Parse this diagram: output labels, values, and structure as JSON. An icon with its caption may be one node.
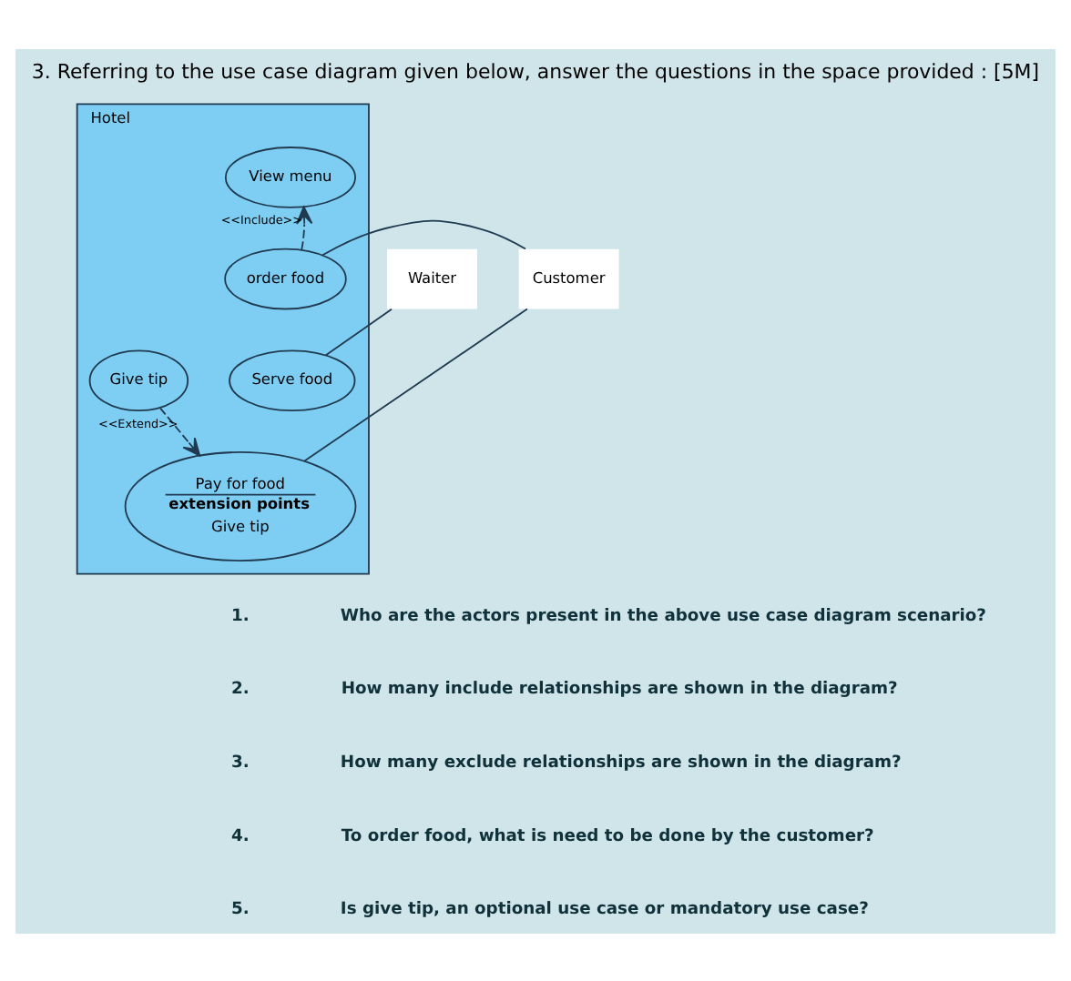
{
  "diagram": {
    "title": "3. Referring to the use case diagram given below, answer the questions in the space provided : [5M]",
    "nodes": [
      {
        "text": [
          "Waiter"
        ]
      },
      {
        "text": [
          "Hotel"
        ]
      },
      {
        "text": [
          "View menu"
        ],
        "in": 1
      },
      {
        "text": [
          "order food"
        ],
        "in": 1
      },
      {
        "text": [
          "Serve food"
        ],
        "in": 1
      },
      {
        "text": [
          "Give tip"
        ],
        "in": 1
      },
      {
        "text": [
          "Pay for food",
          "extension points",
          "Give tip"
        ],
        "in": 1
      },
      {
        "text": [
          "Customer"
        ]
      }
    ],
    "edges": [
      {
        "from": 3,
        "to": 2,
        "arrow": "to",
        "style": "dashed",
        "label": "<<Include>>"
      },
      {
        "from": 5,
        "to": 6,
        "arrow": "to",
        "style": "dashed",
        "label": "<<Extend>>"
      },
      {
        "from": 0,
        "to": 4,
        "arrow": "none"
      },
      {
        "from": 7,
        "to": 3,
        "arrow": "none"
      },
      {
        "from": 7,
        "to": 6,
        "arrow": "none"
      }
    ],
    "labels": [
      "1.",
      "Who are the actors present in the above use case diagram scenario?",
      "2.",
      "How many include relationships are shown in the diagram?",
      "3.",
      "How many exclude relationships are shown in the diagram?",
      "4.",
      "To order food, what is need to be done by the customer?",
      "5.",
      "Is give tip, an optional use case or mandatory use case?"
    ]
  }
}
